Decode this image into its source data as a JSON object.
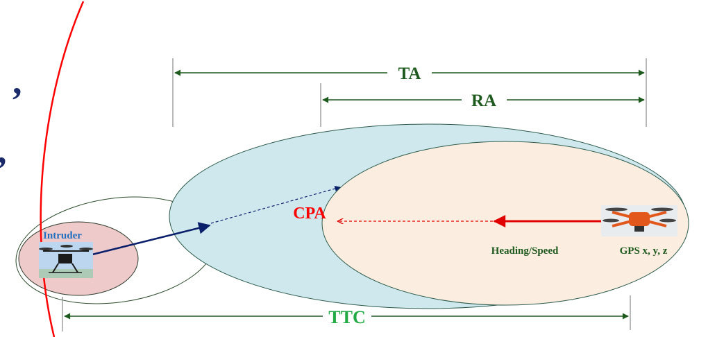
{
  "labels": {
    "ta": "TA",
    "ra": "RA",
    "cpa": "CPA",
    "ttc": "TTC",
    "intruder": "Intruder",
    "heading_speed": "Heading/Speed",
    "gps": "GPS x, y, z",
    "comma_1": ",",
    "comma_2": ","
  },
  "colors": {
    "ta_zone": "#cfe8ee",
    "ra_zone": "#fbeee0",
    "intruder_zone": "#eecaca",
    "boundary_curve": "#ff0000",
    "dimension_arrows": "#1e5a1e",
    "intruder_vector": "#0a1f6a",
    "own_heading": "#e00000"
  },
  "icons": {
    "intruder_drone": "quadcopter-photo-icon",
    "own_drone": "orange-quadcopter-photo-icon"
  }
}
